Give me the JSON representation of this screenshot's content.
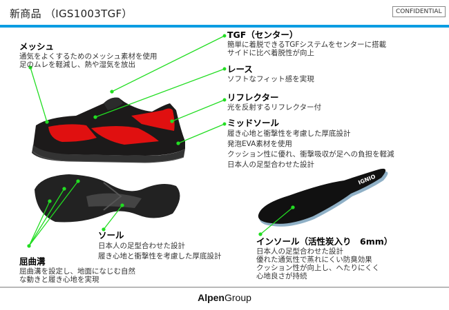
{
  "header": {
    "title": "新商品 （IGS1003TGF）",
    "badge": "CONFIDENTIAL",
    "accent_color": "#0a9de2"
  },
  "callouts": {
    "mesh": {
      "title": "メッシュ",
      "lines": [
        "通気をよくするためのメッシュ素材を使用",
        "足のムレを軽減し、熱や湿気を放出"
      ]
    },
    "tgf": {
      "title": "TGF（センター）",
      "lines": [
        "簡単に着脱できるTGFシステムをセンターに搭載",
        "サイドに比べ着脱性が向上"
      ]
    },
    "lace": {
      "title": "レース",
      "lines": [
        "ソフトなフィット感を実現"
      ]
    },
    "reflector": {
      "title": "リフレクター",
      "lines": [
        "光を反射するリフレクター付"
      ]
    },
    "midsole": {
      "title": "ミッドソール",
      "lines": [
        "履き心地と衝撃性を考慮した厚底設計",
        "発泡EVA素材を使用",
        "クッション性に優れ、衝撃吸収が足への負担を軽減",
        "日本人の足型合わせた設計"
      ]
    },
    "sole": {
      "title": "ソール",
      "lines": [
        "日本人の足型合わせた設計",
        "履き心地と衝撃性を考慮した厚底設計"
      ]
    },
    "flex_groove": {
      "title": "屈曲溝",
      "lines": [
        "屈曲溝を設定し、地面になじむ自然",
        "な動きと履き心地を実現"
      ]
    },
    "insole": {
      "title": "インソール（活性炭入り　6mm）",
      "lines": [
        "日本人の足型合わせた設計",
        "優れた通気性で蒸れにくい防臭効果",
        "クッション性が向上し、へたりにくく",
        "心地良さが持続"
      ]
    }
  },
  "images": {
    "insole_logo": "IGNIO",
    "leader_color": "#22dd22",
    "shoe_red": "#e01010"
  },
  "footer": {
    "brand_bold": "Alpen",
    "brand_light": "Group"
  }
}
